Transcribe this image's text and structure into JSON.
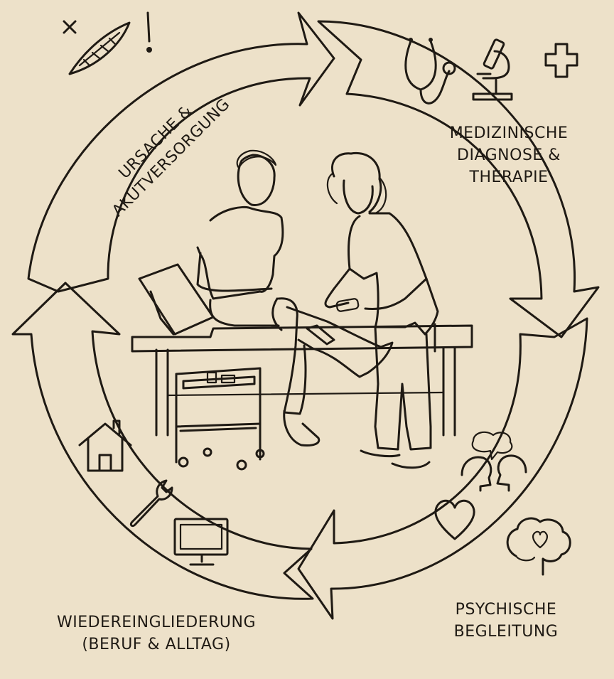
{
  "stages": {
    "cause": {
      "line1": "URSACHE &",
      "line2": "AKUTVERSORGUNG",
      "icons": [
        "cross-icon",
        "wound-icon",
        "exclamation-icon"
      ]
    },
    "diagnosis": {
      "line1": "MEDIZINISCHE",
      "line2": "DIAGNOSE &",
      "line3": "THERAPIE",
      "icons": [
        "stethoscope-icon",
        "microscope-icon",
        "medical-cross-icon"
      ]
    },
    "psych": {
      "line1": "PSYCHISCHE",
      "line2": "BEGLEITUNG",
      "icons": [
        "speech-bubbles-icon",
        "heart-icon",
        "brain-heart-icon"
      ]
    },
    "reintegration": {
      "line1": "WIEDEREINGLIEDERUNG",
      "line2": "(BERUF & ALLTAG)",
      "icons": [
        "house-icon",
        "wrench-icon",
        "monitor-icon"
      ]
    }
  },
  "colors": {
    "background": "#ede1c9",
    "ink": "#1f1a14"
  }
}
